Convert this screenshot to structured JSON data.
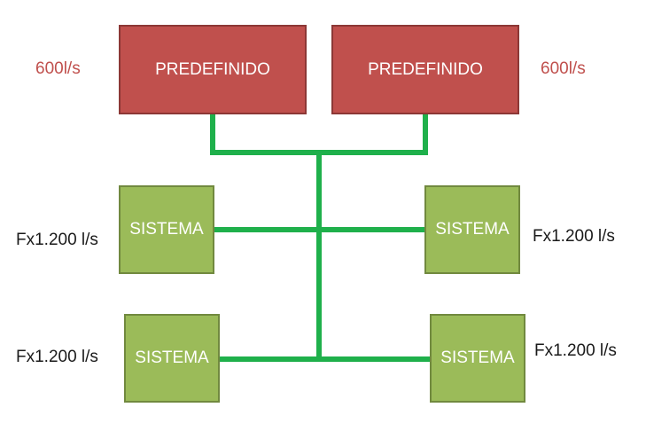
{
  "colors": {
    "predefined_fill": "#c0504d",
    "system_fill": "#9bbb59",
    "connector": "#1fb04b",
    "predefined_flow_text": "#c0504d",
    "system_flow_text": "#1a1a1a"
  },
  "predefined": [
    {
      "label": "PREDEFINIDO",
      "flow": "600l/s"
    },
    {
      "label": "PREDEFINIDO",
      "flow": "600l/s"
    }
  ],
  "systems": [
    {
      "label": "SISTEMA",
      "flow": "Fx1.200 l/s"
    },
    {
      "label": "SISTEMA",
      "flow": "Fx1.200 l/s"
    },
    {
      "label": "SISTEMA",
      "flow": "Fx1.200 l/s"
    },
    {
      "label": "SISTEMA",
      "flow": "Fx1.200 l/s"
    }
  ]
}
